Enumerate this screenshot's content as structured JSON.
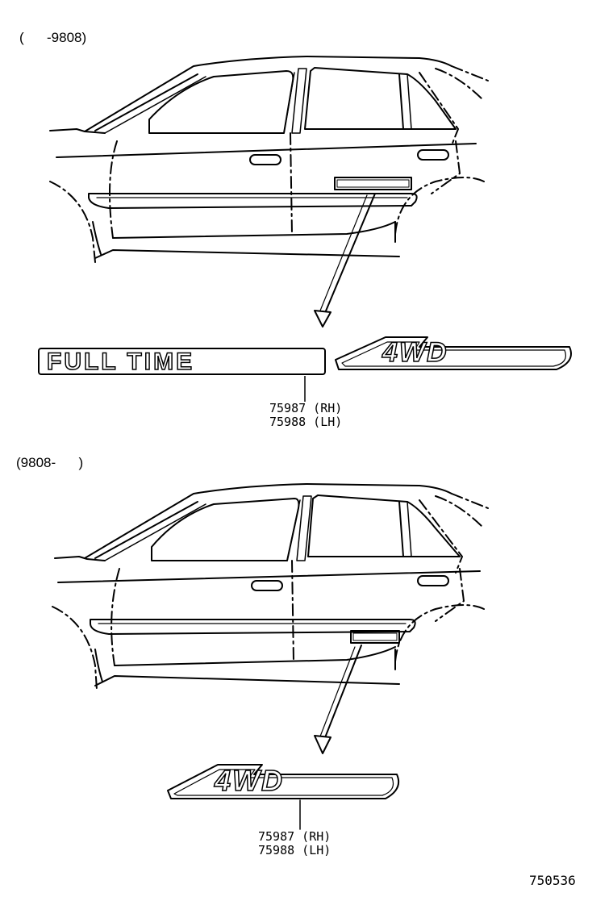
{
  "sections": [
    {
      "range_label": "(      -9808)",
      "emblem_text": "FULL TIME",
      "emblem_4wd": "4WD",
      "part_rh": "75987 (RH)",
      "part_lh": "75988 (LH)"
    },
    {
      "range_label": "(9808-      )",
      "emblem_4wd": "4WD",
      "part_rh": "75987 (RH)",
      "part_lh": "75988 (LH)"
    }
  ],
  "figure_number": "750536",
  "colors": {
    "line": "#000000",
    "background": "#ffffff"
  }
}
